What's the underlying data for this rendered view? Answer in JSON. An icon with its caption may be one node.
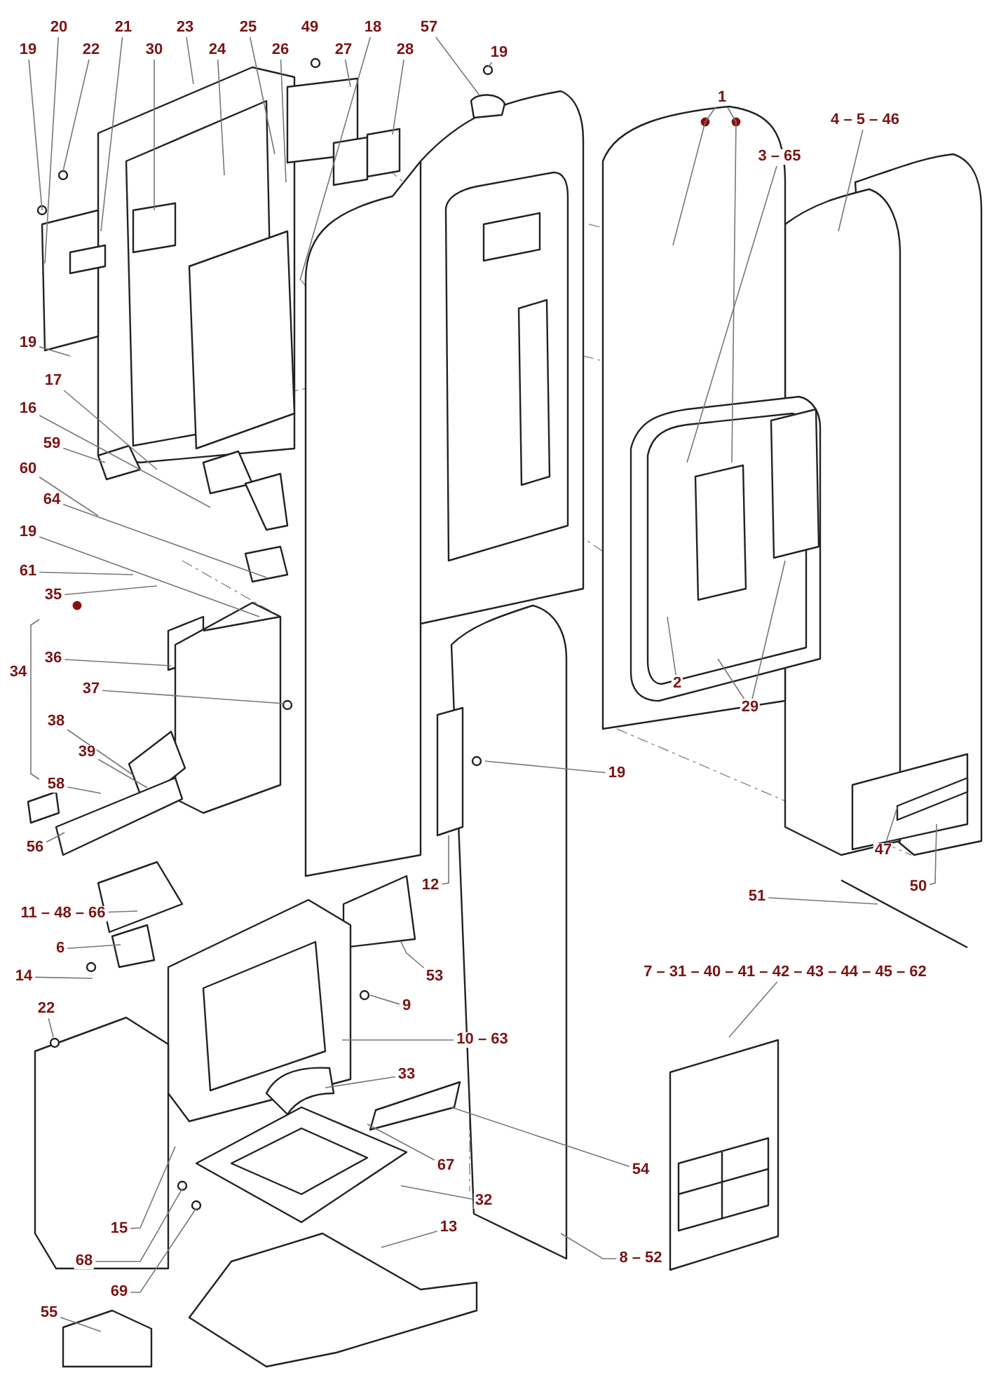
{
  "diagram": {
    "nodes": [
      {
        "text": [
          "20"
        ]
      },
      {
        "text": [
          "21"
        ]
      },
      {
        "text": [
          "23"
        ]
      },
      {
        "text": [
          "25"
        ]
      },
      {
        "text": [
          "18"
        ]
      },
      {
        "text": [
          "57"
        ]
      },
      {
        "text": [
          "19"
        ]
      },
      {
        "text": [
          "22"
        ]
      },
      {
        "text": [
          "30"
        ]
      },
      {
        "text": [
          "24"
        ]
      },
      {
        "text": [
          "26"
        ]
      },
      {
        "text": [
          "27"
        ]
      },
      {
        "text": [
          "28"
        ]
      },
      {
        "text": [
          "19"
        ]
      },
      {
        "text": [
          "1"
        ]
      },
      {
        "text": [
          "4 – 5 – 46"
        ]
      },
      {
        "text": [
          "3 – 65"
        ]
      },
      {
        "text": [
          "19"
        ]
      },
      {
        "text": [
          "17"
        ]
      },
      {
        "text": [
          "16"
        ]
      },
      {
        "text": [
          "59"
        ]
      },
      {
        "text": [
          "60"
        ]
      },
      {
        "text": [
          "64"
        ]
      },
      {
        "text": [
          "19"
        ]
      },
      {
        "text": [
          "61"
        ]
      },
      {
        "text": [
          "35"
        ]
      },
      {
        "text": [
          "36"
        ]
      },
      {
        "text": [
          "37"
        ]
      },
      {
        "text": [
          "38"
        ]
      },
      {
        "text": [
          "39"
        ]
      },
      {
        "text": [
          "58"
        ]
      },
      {
        "text": [
          "56"
        ]
      },
      {
        "text": [
          "12"
        ]
      },
      {
        "text": [
          "19"
        ]
      },
      {
        "text": [
          "2"
        ]
      },
      {
        "text": [
          "29"
        ]
      },
      {
        "text": [
          "47"
        ]
      },
      {
        "text": [
          "50"
        ]
      },
      {
        "text": [
          "51"
        ]
      },
      {
        "text": [
          "11 – 48 – 66"
        ]
      },
      {
        "text": [
          "6"
        ]
      },
      {
        "text": [
          "14"
        ]
      },
      {
        "text": [
          "53"
        ]
      },
      {
        "text": [
          "22"
        ]
      },
      {
        "text": [
          "9"
        ]
      },
      {
        "text": [
          "10 – 63"
        ]
      },
      {
        "text": [
          "7 – 31 – 40 – 41 – 42 – 43 – 44 – 45 – 62"
        ]
      },
      {
        "text": [
          "33"
        ]
      },
      {
        "text": [
          "54"
        ]
      },
      {
        "text": [
          "67"
        ]
      },
      {
        "text": [
          "32"
        ]
      },
      {
        "text": [
          "15"
        ]
      },
      {
        "text": [
          "8 – 52"
        ]
      },
      {
        "text": [
          "13"
        ]
      },
      {
        "text": [
          "68"
        ]
      },
      {
        "text": [
          "69"
        ]
      },
      {
        "text": [
          "55"
        ]
      },
      {
        "text": [
          "49"
        ]
      },
      {
        "text": [
          "34"
        ]
      }
    ],
    "edges": [
      {
        "from": 0,
        "to": null,
        "arrow": "none"
      },
      {
        "from": 1,
        "to": null,
        "arrow": "none"
      },
      {
        "from": 2,
        "to": null,
        "arrow": "none"
      },
      {
        "from": 3,
        "to": null,
        "arrow": "none"
      },
      {
        "from": 4,
        "to": null,
        "arrow": "none"
      },
      {
        "from": 5,
        "to": null,
        "arrow": "none"
      },
      {
        "from": 6,
        "to": null,
        "arrow": "none"
      },
      {
        "from": 7,
        "to": null,
        "arrow": "none"
      },
      {
        "from": 8,
        "to": null,
        "arrow": "none"
      },
      {
        "from": 9,
        "to": null,
        "arrow": "none"
      },
      {
        "from": 10,
        "to": null,
        "arrow": "none"
      },
      {
        "from": 11,
        "to": null,
        "arrow": "none"
      },
      {
        "from": 12,
        "to": null,
        "arrow": "none"
      },
      {
        "from": 13,
        "to": null,
        "arrow": "none"
      },
      {
        "from": 14,
        "to": null,
        "arrow": "none"
      },
      {
        "from": 14,
        "to": null,
        "arrow": "none"
      },
      {
        "from": 15,
        "to": null,
        "arrow": "none"
      },
      {
        "from": 16,
        "to": null,
        "arrow": "none"
      },
      {
        "from": 17,
        "to": null,
        "arrow": "none"
      },
      {
        "from": 18,
        "to": null,
        "arrow": "none"
      },
      {
        "from": 19,
        "to": null,
        "arrow": "none"
      },
      {
        "from": 20,
        "to": null,
        "arrow": "none"
      },
      {
        "from": 21,
        "to": null,
        "arrow": "none"
      },
      {
        "from": 22,
        "to": null,
        "arrow": "none"
      },
      {
        "from": 23,
        "to": null,
        "arrow": "none"
      },
      {
        "from": 24,
        "to": null,
        "arrow": "none"
      },
      {
        "from": 25,
        "to": null,
        "arrow": "none"
      },
      {
        "from": 26,
        "to": null,
        "arrow": "none"
      },
      {
        "from": 27,
        "to": null,
        "arrow": "none"
      },
      {
        "from": 28,
        "to": null,
        "arrow": "none"
      },
      {
        "from": 29,
        "to": null,
        "arrow": "none"
      },
      {
        "from": 30,
        "to": null,
        "arrow": "none"
      },
      {
        "from": 31,
        "to": null,
        "arrow": "none"
      },
      {
        "from": 32,
        "to": null,
        "arrow": "none"
      },
      {
        "from": 33,
        "to": null,
        "arrow": "none"
      },
      {
        "from": 34,
        "to": null,
        "arrow": "none"
      },
      {
        "from": 35,
        "to": null,
        "arrow": "none"
      },
      {
        "from": 35,
        "to": null,
        "arrow": "none"
      },
      {
        "from": 36,
        "to": null,
        "arrow": "none"
      },
      {
        "from": 37,
        "to": null,
        "arrow": "none"
      },
      {
        "from": 38,
        "to": null,
        "arrow": "none"
      },
      {
        "from": 39,
        "to": null,
        "arrow": "none"
      },
      {
        "from": 40,
        "to": null,
        "arrow": "none"
      },
      {
        "from": 41,
        "to": null,
        "arrow": "none"
      },
      {
        "from": 42,
        "to": null,
        "arrow": "none"
      },
      {
        "from": 43,
        "to": null,
        "arrow": "none"
      },
      {
        "from": 44,
        "to": null,
        "arrow": "none"
      },
      {
        "from": 45,
        "to": null,
        "arrow": "none"
      },
      {
        "from": 46,
        "to": null,
        "arrow": "none"
      },
      {
        "from": 47,
        "to": null,
        "arrow": "none"
      },
      {
        "from": 48,
        "to": null,
        "arrow": "none"
      },
      {
        "from": 49,
        "to": null,
        "arrow": "none"
      },
      {
        "from": 50,
        "to": null,
        "arrow": "none"
      },
      {
        "from": 51,
        "to": null,
        "arrow": "none"
      },
      {
        "from": 52,
        "to": null,
        "arrow": "none"
      },
      {
        "from": 53,
        "to": null,
        "arrow": "none"
      },
      {
        "from": 54,
        "to": null,
        "arrow": "none"
      },
      {
        "from": 55,
        "to": null,
        "arrow": "none"
      },
      {
        "from": 56,
        "to": null,
        "arrow": "none"
      }
    ],
    "labels": []
  }
}
